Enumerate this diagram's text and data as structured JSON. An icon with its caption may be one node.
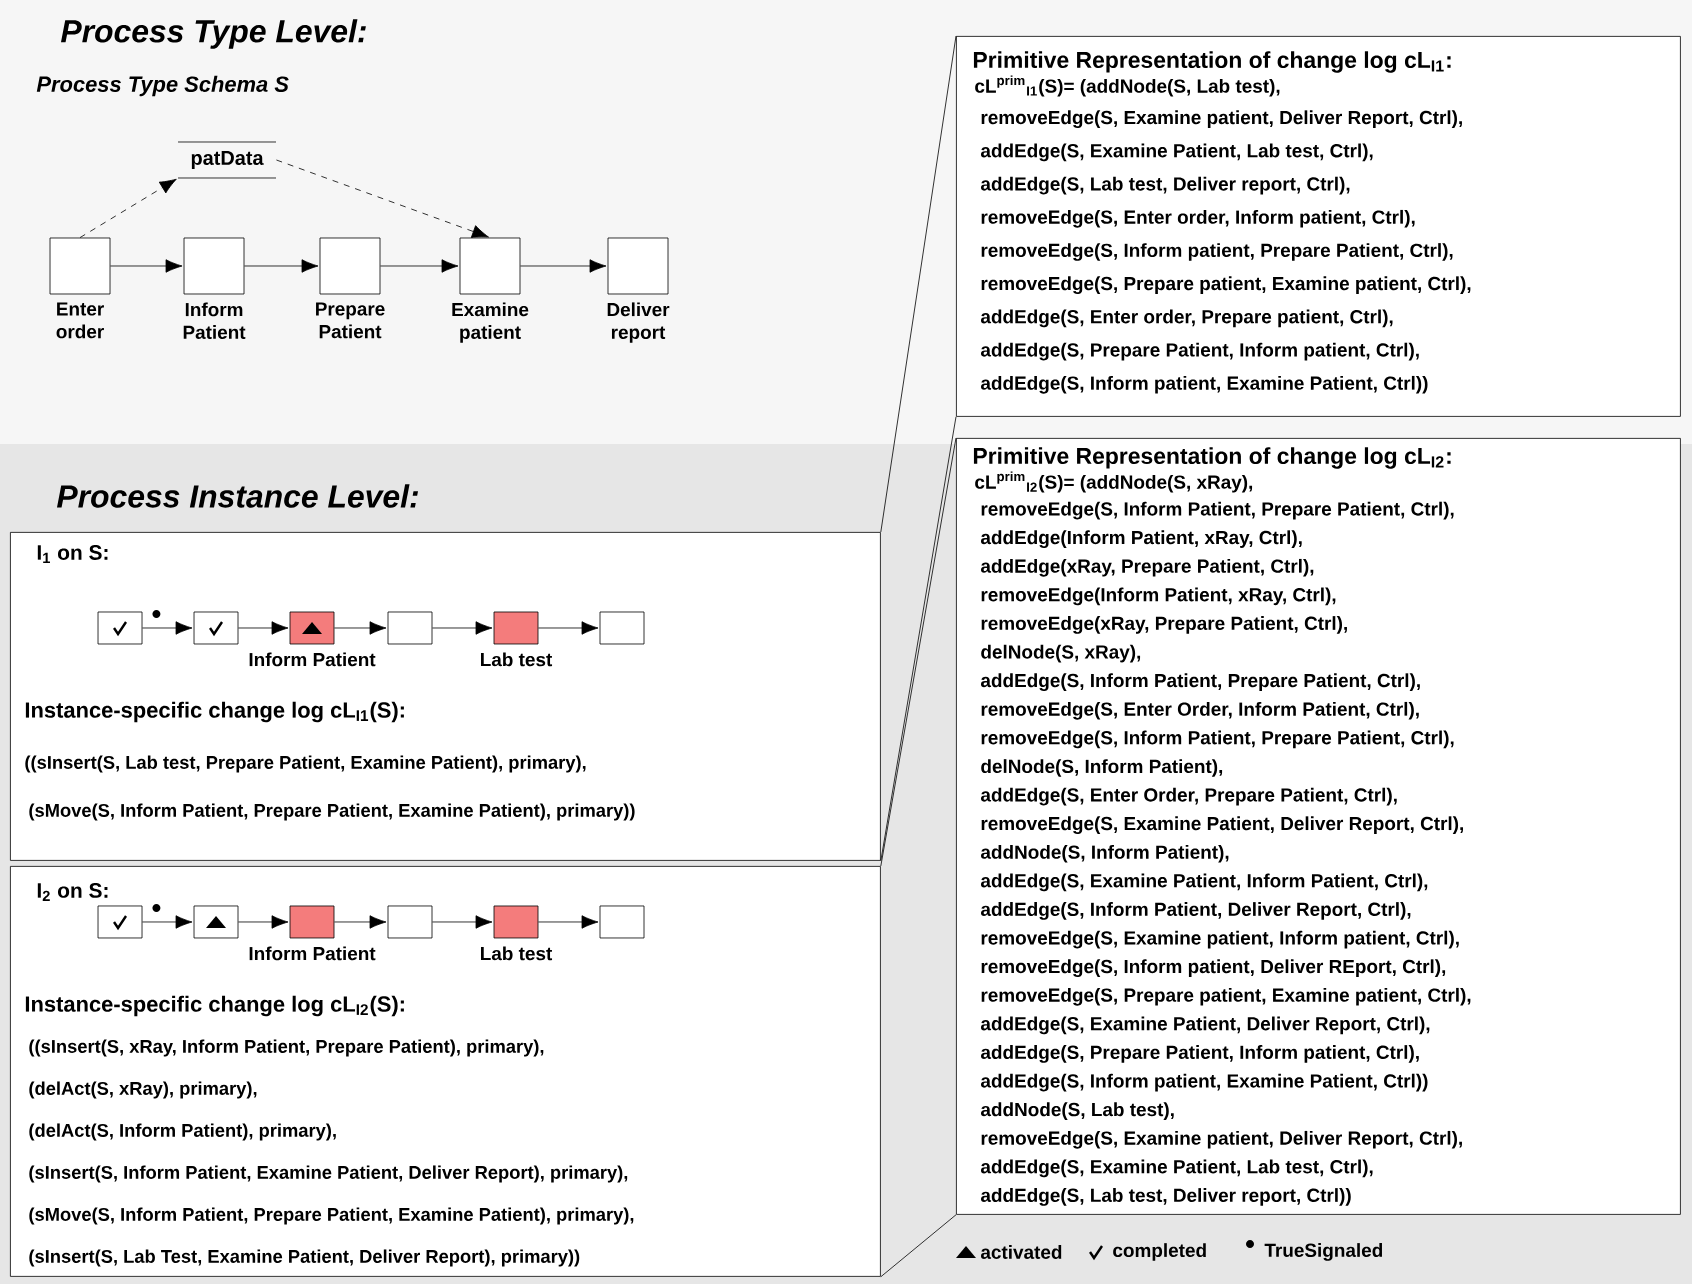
{
  "diagram": {
    "nodes": [
      {
        "text": [
          "Enter order"
        ]
      },
      {
        "text": [
          "Inform Patient"
        ]
      },
      {
        "text": [
          "Prepare Patient"
        ]
      },
      {
        "text": [
          "Examine patient"
        ]
      },
      {
        "text": [
          "Deliver report"
        ]
      },
      {
        "text": [
          "patData"
        ]
      },
      {
        "text": [
          "I$_{1}$ on S:",
          "Instance-specific change log cL$_{I1}$(S):",
          "((sInsert(S, Lab test, Prepare Patient, Examine Patient), primary),",
          "(sMove(S, Inform Patient, Prepare Patient, Examine Patient), primary))"
        ]
      },
      {
        "text": [],
        "shape": "box",
        "in": 6
      },
      {
        "text": [],
        "shape": "box",
        "in": 6
      },
      {
        "text": [
          "Inform Patient"
        ],
        "in": 6
      },
      {
        "text": [],
        "shape": "box",
        "in": 6
      },
      {
        "text": [
          "Lab test"
        ],
        "in": 6
      },
      {
        "text": [],
        "shape": "box",
        "in": 6
      },
      {
        "text": [
          "I$_{2}$ on S:",
          "Instance-specific change log cL$_{I2}$(S):",
          "((sInsert(S, xRay, Inform Patient, Prepare Patient), primary),",
          "(delAct(S, xRay), primary),",
          "(delAct(S, Inform Patient), primary),",
          "(sInsert(S, Inform Patient, Examine Patient, Deliver Report), primary),",
          "(sMove(S, Inform Patient, Prepare Patient, Examine Patient), primary),",
          "(sInsert(S, Lab Test, Examine Patient, Deliver Report), primary))"
        ]
      },
      {
        "text": [],
        "shape": "box",
        "in": 13
      },
      {
        "text": [],
        "shape": "box",
        "in": 13
      },
      {
        "text": [
          "Inform Patient"
        ],
        "in": 13
      },
      {
        "text": [],
        "shape": "box",
        "in": 13
      },
      {
        "text": [
          "Lab test"
        ],
        "in": 13
      },
      {
        "text": [],
        "shape": "box",
        "in": 13
      },
      {
        "text": [
          "Primitive Representation of change log cL$_{I1}$:",
          "cL$^{prim}$$_{I1}$(S)= (addNode(S, Lab test),",
          "removeEdge(S, Examine patient, Deliver Report, Ctrl),",
          "addEdge(S, Examine Patient, Lab test, Ctrl),",
          "addEdge(S, Lab test, Deliver report, Ctrl),",
          "removeEdge(S, Enter order, Inform patient, Ctrl),",
          "removeEdge(S, Inform patient, Prepare Patient, Ctrl),",
          "removeEdge(S, Prepare patient, Examine patient, Ctrl),",
          "addEdge(S, Enter order, Prepare patient, Ctrl),",
          "addEdge(S, Prepare Patient, Inform patient, Ctrl),",
          "addEdge(S, Inform patient, Examine Patient, Ctrl))"
        ]
      },
      {
        "text": [
          "Primitive Representation of change log cL$_{I2}$:",
          "cL$^{prim}$$_{I2}$(S)= (addNode(S, xRay),",
          "removeEdge(S, Inform Patient, Prepare Patient, Ctrl),",
          "addEdge(Inform Patient, xRay, Ctrl),",
          "addEdge(xRay, Prepare Patient, Ctrl),",
          "removeEdge(Inform Patient, xRay, Ctrl),",
          "removeEdge(xRay, Prepare Patient, Ctrl),",
          "delNode(S, xRay),",
          "addEdge(S, Inform Patient, Prepare Patient, Ctrl),",
          "removeEdge(S, Enter Order, Inform Patient, Ctrl),",
          "removeEdge(S, Inform Patient, Prepare Patient, Ctrl),",
          "delNode(S, Inform Patient),",
          "addEdge(S, Enter Order, Prepare Patient, Ctrl),",
          "removeEdge(S, Examine Patient, Deliver Report, Ctrl),",
          "addNode(S, Inform Patient),",
          "addEdge(S, Examine Patient, Inform Patient, Ctrl),",
          "addEdge(S, Inform Patient, Deliver Report, Ctrl),",
          "removeEdge(S, Examine patient, Inform patient, Ctrl),",
          "removeEdge(S, Inform patient, Deliver REport, Ctrl),",
          "removeEdge(S, Prepare patient, Examine patient, Ctrl),",
          "addEdge(S, Examine Patient, Deliver Report, Ctrl),",
          "addEdge(S, Prepare Patient, Inform patient, Ctrl),",
          "addEdge(S, Inform patient, Examine Patient, Ctrl))",
          "addNode(S, Lab test),",
          "removeEdge(S, Examine patient, Deliver Report, Ctrl),",
          "addEdge(S, Examine Patient, Lab test, Ctrl),",
          "addEdge(S, Lab test, Deliver report, Ctrl))"
        ]
      }
    ],
    "edges": [
      {
        "from": 0,
        "to": 1,
        "arrow": "to"
      },
      {
        "from": 1,
        "to": 2,
        "arrow": "to"
      },
      {
        "from": 2,
        "to": 3,
        "arrow": "to"
      },
      {
        "from": 3,
        "to": 4,
        "arrow": "to"
      },
      {
        "from": 0,
        "to": 5,
        "arrow": "to",
        "style": "dashed"
      },
      {
        "from": 5,
        "to": 3,
        "arrow": "to",
        "style": "dashed"
      },
      {
        "from": 7,
        "to": 8,
        "arrow": "to"
      },
      {
        "from": 8,
        "to": 9,
        "arrow": "to"
      },
      {
        "from": 9,
        "to": 10,
        "arrow": "to"
      },
      {
        "from": 10,
        "to": 11,
        "arrow": "to"
      },
      {
        "from": 11,
        "to": 12,
        "arrow": "to"
      },
      {
        "from": 14,
        "to": 15,
        "arrow": "to"
      },
      {
        "from": 15,
        "to": 16,
        "arrow": "to"
      },
      {
        "from": 16,
        "to": 17,
        "arrow": "to"
      },
      {
        "from": 17,
        "to": 18,
        "arrow": "to"
      },
      {
        "from": 18,
        "to": 19,
        "arrow": "to"
      },
      {
        "from": 6,
        "to": 20,
        "arrow": "none"
      },
      {
        "from": 6,
        "to": 20,
        "arrow": "none"
      },
      {
        "from": 13,
        "to": 21,
        "arrow": "none"
      },
      {
        "from": 13,
        "to": 21,
        "arrow": "none"
      }
    ],
    "labels": [
      "Process Type Level:",
      "Process Type Schema S",
      "Process Instance Level:"
    ],
    "legend": [
      {
        "text": "activated"
      },
      {
        "text": "completed"
      },
      {
        "text": "TrueSignaled"
      }
    ]
  }
}
